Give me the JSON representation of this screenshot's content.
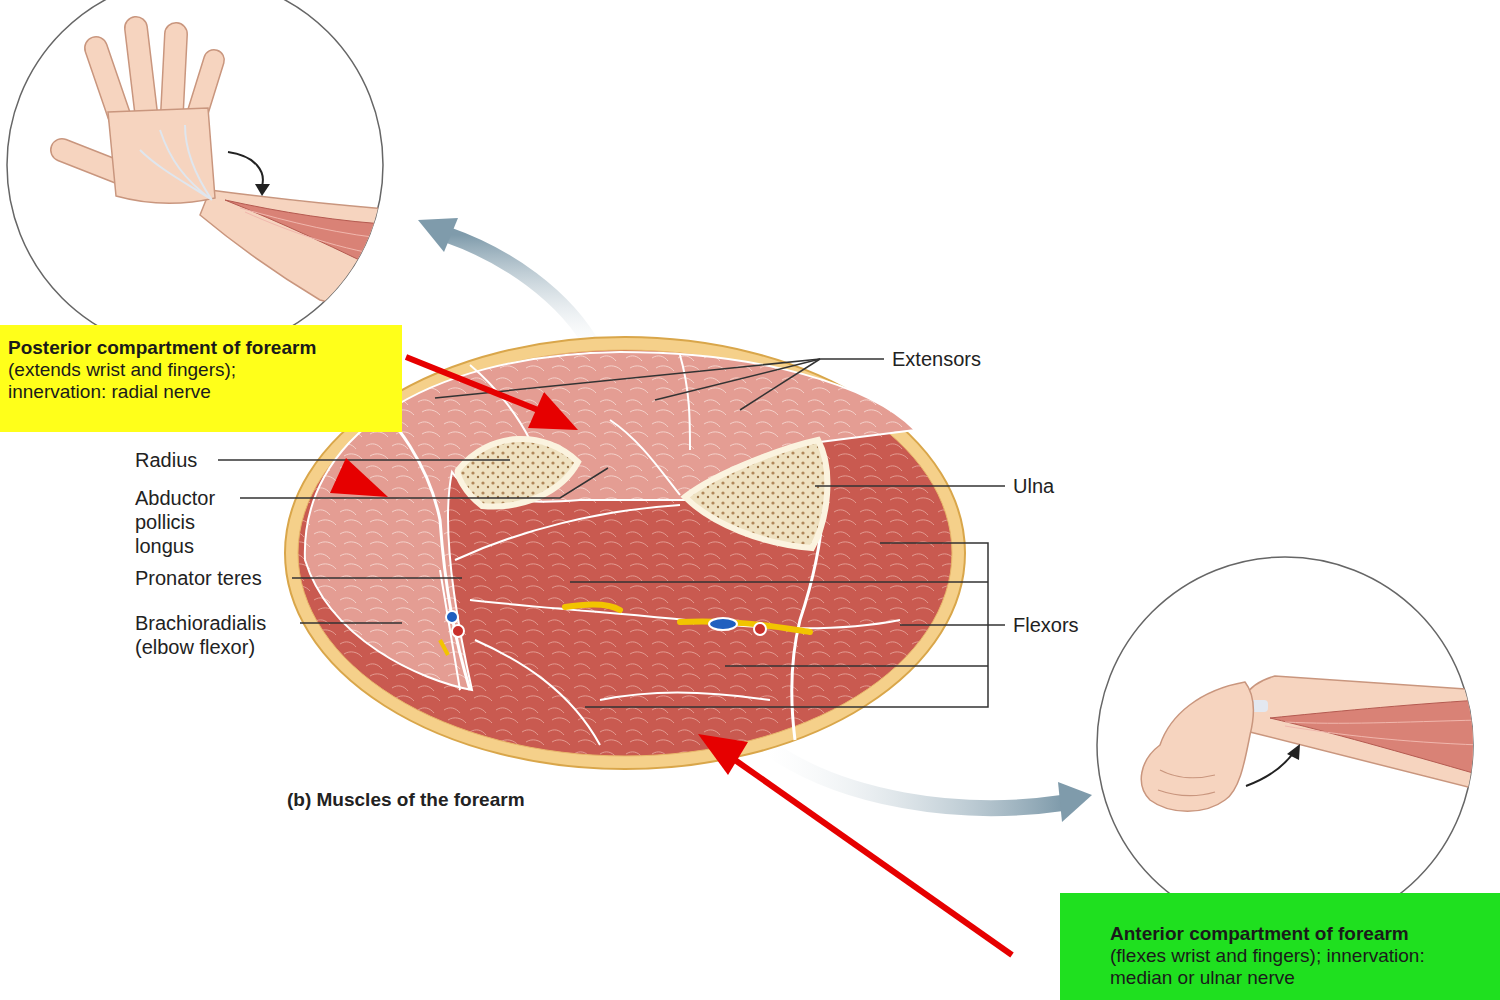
{
  "diagram": {
    "caption": "(b) Muscles of the forearm",
    "nodes": [
      {
        "text": [
          "Posterior compartment of forearm",
          "(extends wrist and fingers); innervation: radial nerve"
        ]
      },
      {
        "text": [
          "Anterior compartment of forearm",
          "(flexes wrist and fingers); innervation: median or ulnar nerve"
        ]
      }
    ],
    "labels": [
      "Extensors",
      "Radius",
      "Abductor pollicis longus",
      "Pronator teres",
      "Brachioradialis (elbow flexor)",
      "Ulna",
      "Flexors"
    ]
  }
}
